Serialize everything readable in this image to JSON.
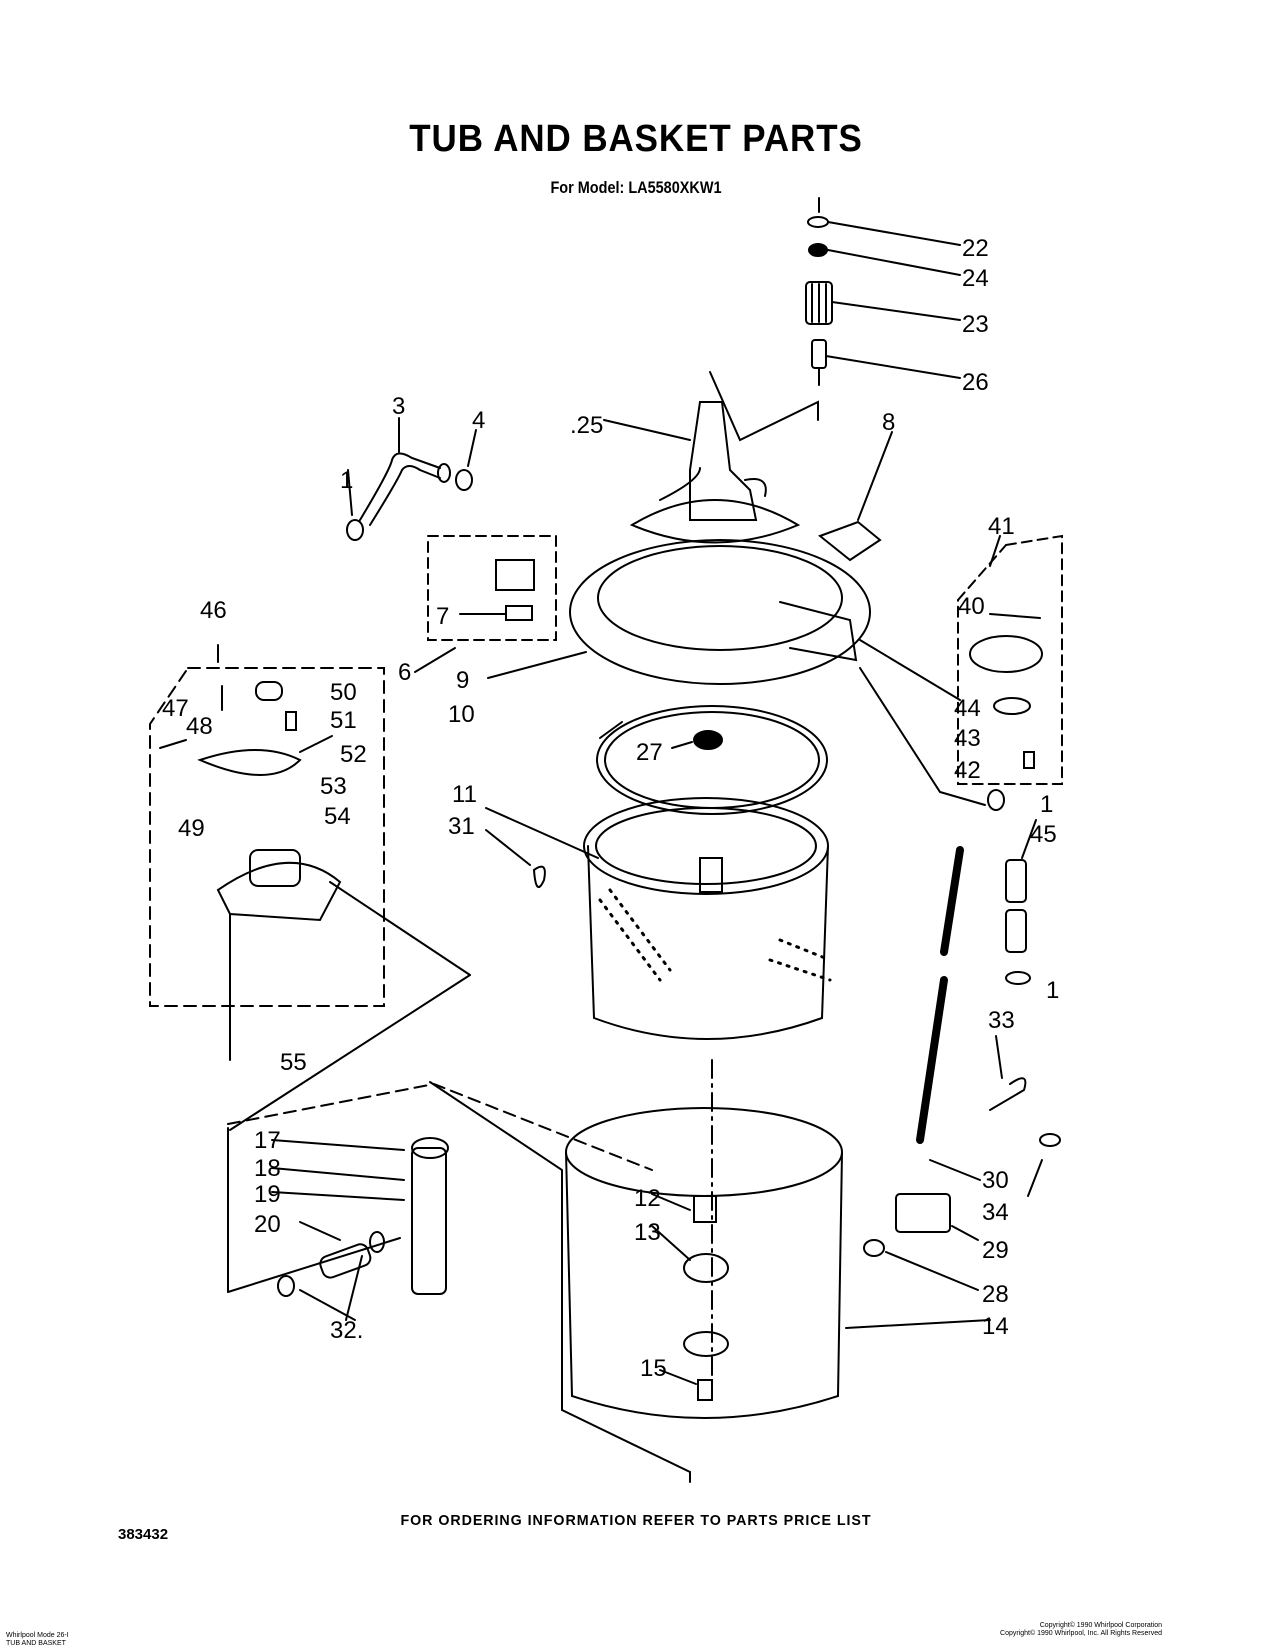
{
  "title": "TUB AND BASKET  PARTS",
  "subtitle": "For Model: LA5580XKW1",
  "footer": "FOR ORDERING INFORMATION REFER TO PARTS PRICE LIST",
  "document_number": "383432",
  "fine_print_left": [
    "Whirlpool Mode 26-I",
    "TUB AND BASKET"
  ],
  "fine_print_right": [
    "Copyright© 1990 Whirlpool Corporation",
    "Copyright© 1990 Whirlpool, Inc. All Rights Reserved"
  ],
  "part_labels": {
    "p1a": "1",
    "p1b": "1",
    "p1c": "1",
    "p3": "3",
    "p4": "4",
    "p6": "6",
    "p7": "7",
    "p8": "8",
    "p9": "9",
    "p10": "10",
    "p11": "11",
    "p12": "12",
    "p13": "13",
    "p14": "14",
    "p15": "15",
    "p17": "17",
    "p18": "18",
    "p19": "19",
    "p20": "20",
    "p22": "22",
    "p23": "23",
    "p24": "24",
    "p25": ".25",
    "p26": "26",
    "p27": "27",
    "p28": "28",
    "p29": "29",
    "p30": "30",
    "p31": "31",
    "p32": "32.",
    "p33": "33",
    "p34": "34",
    "p40": "40",
    "p41": "41",
    "p42": "42",
    "p43": "43",
    "p44": "44",
    "p45": "45",
    "p46": "46",
    "p47": "47",
    "p48": "48",
    "p49": "49",
    "p50": "50",
    "p51": "51",
    "p52": "52",
    "p53": "53",
    "p54": "54",
    "p55": "55"
  }
}
